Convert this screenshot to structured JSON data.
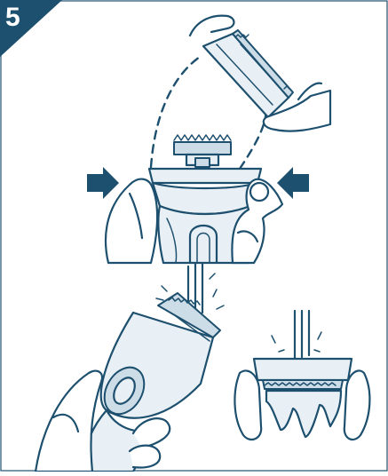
{
  "step": {
    "number": "5"
  },
  "colors": {
    "ink": "#1d4f6e",
    "light": "#e8f0f5",
    "mid": "#cddde7",
    "background": "#ffffff"
  },
  "illustrations": [
    {
      "name": "detach-foil-frame"
    },
    {
      "name": "rinse-shaver-head"
    },
    {
      "name": "rinse-foil-frame"
    }
  ]
}
